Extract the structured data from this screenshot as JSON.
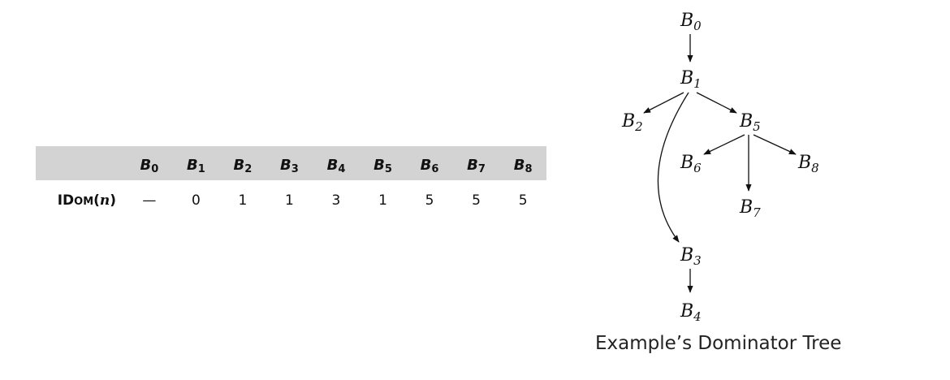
{
  "table": {
    "columns": [
      {
        "base": "B",
        "sub": "0"
      },
      {
        "base": "B",
        "sub": "1"
      },
      {
        "base": "B",
        "sub": "2"
      },
      {
        "base": "B",
        "sub": "3"
      },
      {
        "base": "B",
        "sub": "4"
      },
      {
        "base": "B",
        "sub": "5"
      },
      {
        "base": "B",
        "sub": "6"
      },
      {
        "base": "B",
        "sub": "7"
      },
      {
        "base": "B",
        "sub": "8"
      }
    ],
    "row_label": {
      "prefix": "ID",
      "smallcaps": "OM",
      "open": "(",
      "arg": "n",
      "close": ")"
    },
    "values": [
      "—",
      "0",
      "1",
      "1",
      "3",
      "1",
      "5",
      "5",
      "5"
    ]
  },
  "tree": {
    "nodes": [
      {
        "id": "B0",
        "base": "B",
        "sub": "0"
      },
      {
        "id": "B1",
        "base": "B",
        "sub": "1"
      },
      {
        "id": "B2",
        "base": "B",
        "sub": "2"
      },
      {
        "id": "B5",
        "base": "B",
        "sub": "5"
      },
      {
        "id": "B6",
        "base": "B",
        "sub": "6"
      },
      {
        "id": "B7",
        "base": "B",
        "sub": "7"
      },
      {
        "id": "B8",
        "base": "B",
        "sub": "8"
      },
      {
        "id": "B3",
        "base": "B",
        "sub": "3"
      },
      {
        "id": "B4",
        "base": "B",
        "sub": "4"
      }
    ],
    "edges": [
      {
        "from": "B0",
        "to": "B1"
      },
      {
        "from": "B1",
        "to": "B2"
      },
      {
        "from": "B1",
        "to": "B5"
      },
      {
        "from": "B1",
        "to": "B3"
      },
      {
        "from": "B5",
        "to": "B6"
      },
      {
        "from": "B5",
        "to": "B7"
      },
      {
        "from": "B5",
        "to": "B8"
      },
      {
        "from": "B3",
        "to": "B4"
      }
    ],
    "caption": "Example’s Dominator Tree"
  }
}
